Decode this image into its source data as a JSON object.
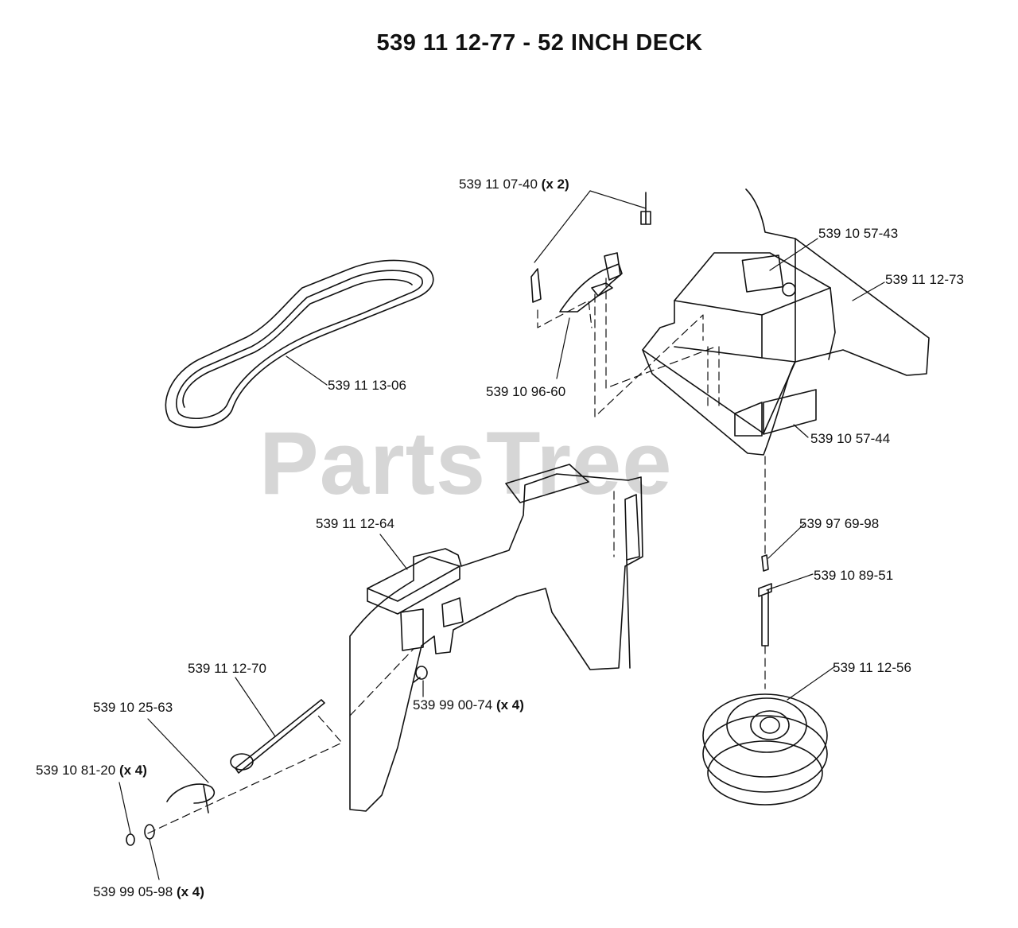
{
  "title": "539 11 12-77 - 52 INCH DECK",
  "watermark": "PartsTree",
  "parts": [
    {
      "number": "539 11 07-40",
      "qty": "(x 2)"
    },
    {
      "number": "539 10 57-43",
      "qty": ""
    },
    {
      "number": "539 11 12-73",
      "qty": ""
    },
    {
      "number": "539 11 13-06",
      "qty": ""
    },
    {
      "number": "539 10 96-60",
      "qty": ""
    },
    {
      "number": "539 10 57-44",
      "qty": ""
    },
    {
      "number": "539 11 12-64",
      "qty": ""
    },
    {
      "number": "539 97 69-98",
      "qty": ""
    },
    {
      "number": "539 10 89-51",
      "qty": ""
    },
    {
      "number": "539 11 12-70",
      "qty": ""
    },
    {
      "number": "539 11 12-56",
      "qty": ""
    },
    {
      "number": "539 10 25-63",
      "qty": ""
    },
    {
      "number": "539 99 00-74",
      "qty": "(x 4)"
    },
    {
      "number": "539 10 81-20",
      "qty": "(x 4)"
    },
    {
      "number": "539 99 05-98",
      "qty": "(x 4)"
    }
  ]
}
